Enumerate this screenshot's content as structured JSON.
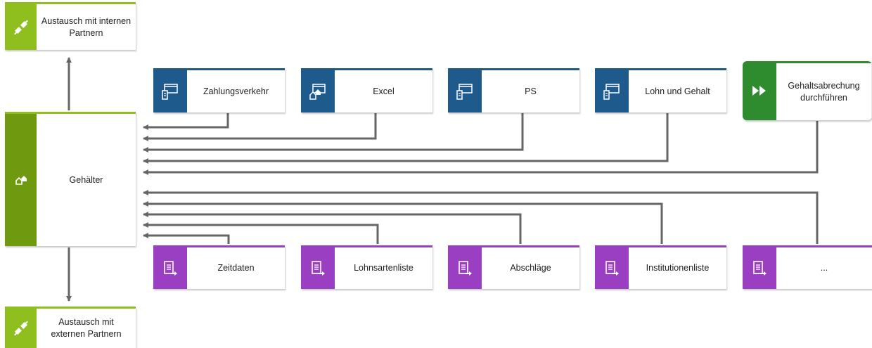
{
  "colors": {
    "green": "#8fbf1f",
    "dark_green": "#6f9a10",
    "blue": "#1e5a8c",
    "purple": "#9a3fc2",
    "process_green": "#2e8b2e",
    "connector": "#666666"
  },
  "nodes": {
    "internal_exchange": {
      "label": "Austausch mit internen Partnern",
      "icon": "plug-icon"
    },
    "external_exchange": {
      "label": "Austausch mit externen Partnern",
      "icon": "plug-icon"
    },
    "salaries": {
      "label": "Gehälter",
      "icon": "house-icon"
    },
    "payments": {
      "label": "Zahlungsverkehr",
      "icon": "application-window-icon"
    },
    "excel": {
      "label": "Excel",
      "icon": "application-house-icon"
    },
    "ps": {
      "label": "PS",
      "icon": "application-window-icon"
    },
    "payroll_app": {
      "label": "Lohn und Gehalt",
      "icon": "application-window-icon"
    },
    "payroll_process": {
      "label": "Gehaltsabrechung durchführen",
      "icon": "fast-forward-icon"
    },
    "time_data": {
      "label": "Zeitdaten",
      "icon": "document-arrow-icon"
    },
    "wage_types": {
      "label": "Lohnsartenliste",
      "icon": "document-arrow-icon"
    },
    "deductions": {
      "label": "Abschläge",
      "icon": "document-arrow-icon"
    },
    "institutions": {
      "label": "Institutionenliste",
      "icon": "document-arrow-icon"
    },
    "more": {
      "label": "...",
      "icon": "document-arrow-icon"
    }
  }
}
